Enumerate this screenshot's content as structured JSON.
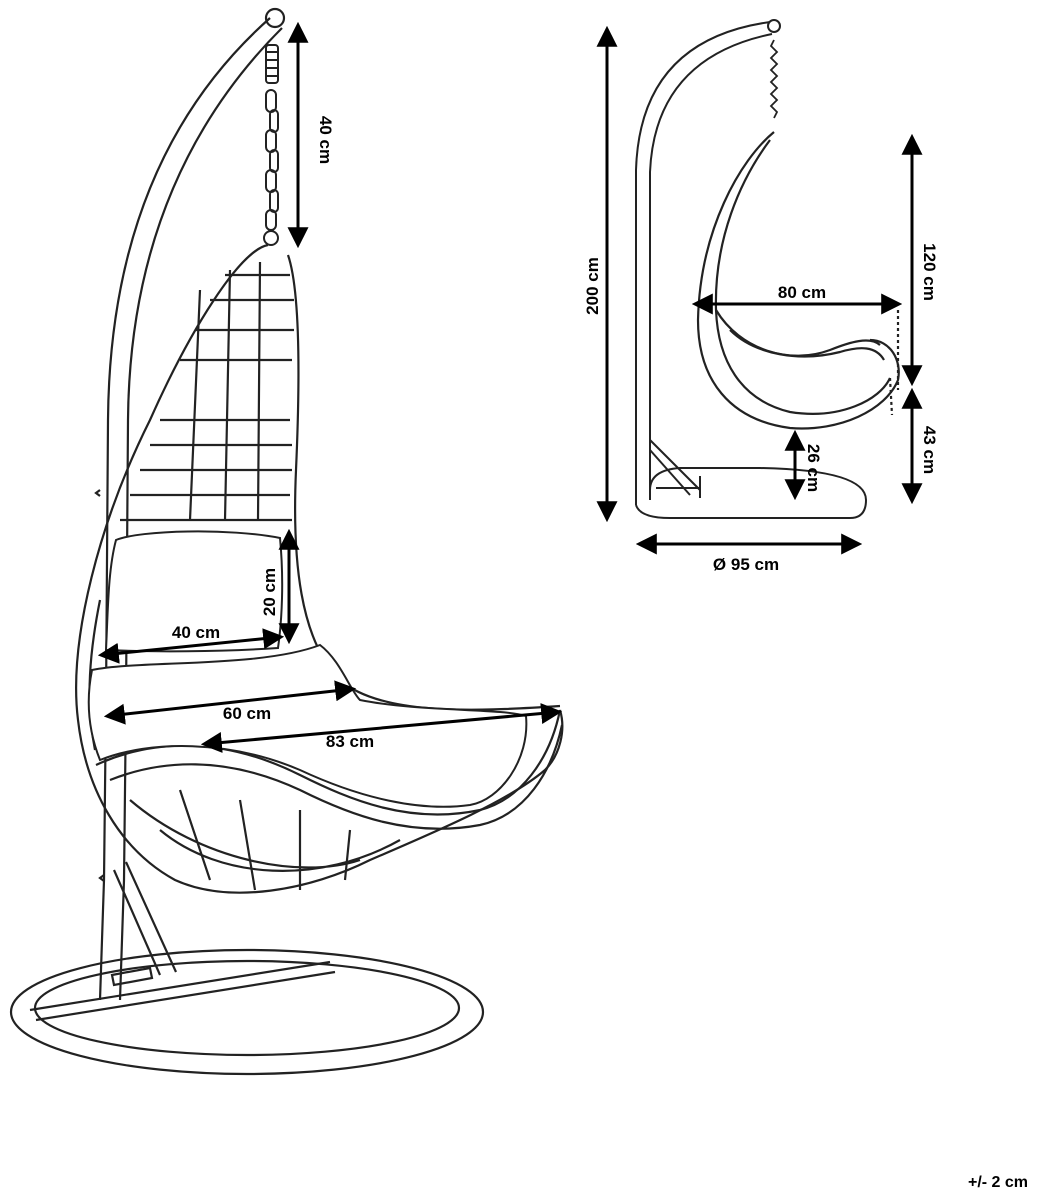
{
  "diagram": {
    "main_view": {
      "hanger_length": "40 cm",
      "back_cushion_height": "20 cm",
      "back_cushion_width": "40 cm",
      "seat_cushion_width": "60 cm",
      "seat_depth": "83 cm"
    },
    "side_view": {
      "total_height": "200 cm",
      "chair_height": "120 cm",
      "chair_width": "80 cm",
      "base_to_seat": "43 cm",
      "seat_clearance": "26 cm",
      "base_diameter": "Ø 95 cm"
    },
    "tolerance": "+/- 2 cm"
  }
}
